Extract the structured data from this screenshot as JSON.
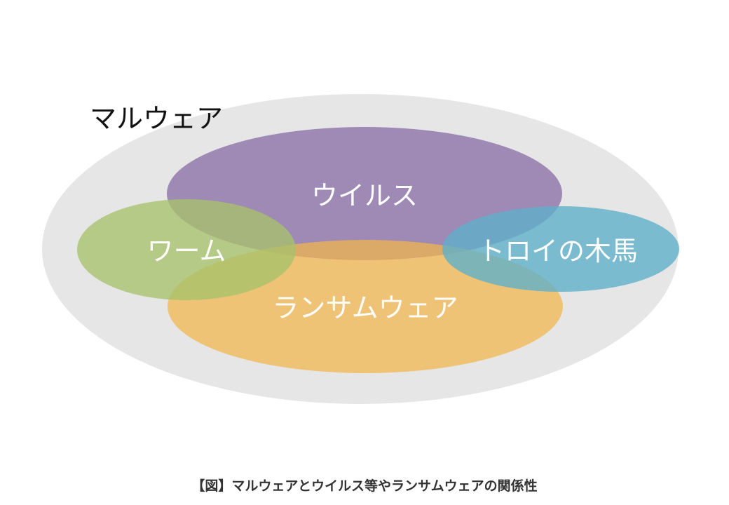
{
  "diagram": {
    "outer": {
      "label": "マルウェア",
      "color": "#e6e6e6"
    },
    "sets": {
      "virus": {
        "label": "ウイルス",
        "color": "#8f74a9"
      },
      "worm": {
        "label": "ワーム",
        "color": "#a6c16a"
      },
      "ransomware": {
        "label": "ランサムウェア",
        "color": "#f2b64b"
      },
      "trojan": {
        "label": "トロイの木馬",
        "color": "#5fb0c9"
      }
    }
  },
  "caption": "【図】マルウェアとウイルス等やランサムウェアの関係性"
}
